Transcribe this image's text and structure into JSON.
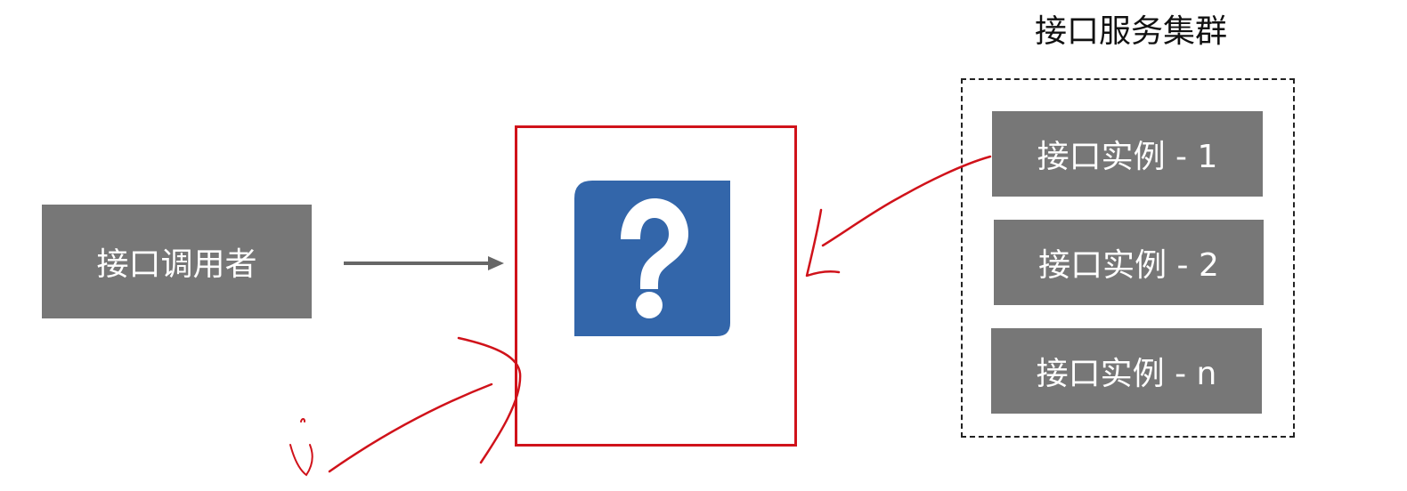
{
  "caller": {
    "label": "接口调用者"
  },
  "cluster": {
    "title": "接口服务集群",
    "instances": [
      {
        "label": "接口实例 - 1"
      },
      {
        "label": "接口实例 - 2"
      },
      {
        "label": "接口实例 - n"
      }
    ]
  },
  "colors": {
    "box_fill": "#777777",
    "box_text": "#ffffff",
    "frame_red": "#d0121a",
    "question_blue": "#3366aa",
    "arrow_gray": "#666666",
    "annotation_red": "#d0121a"
  },
  "icons": {
    "center": "question-mark-icon"
  }
}
